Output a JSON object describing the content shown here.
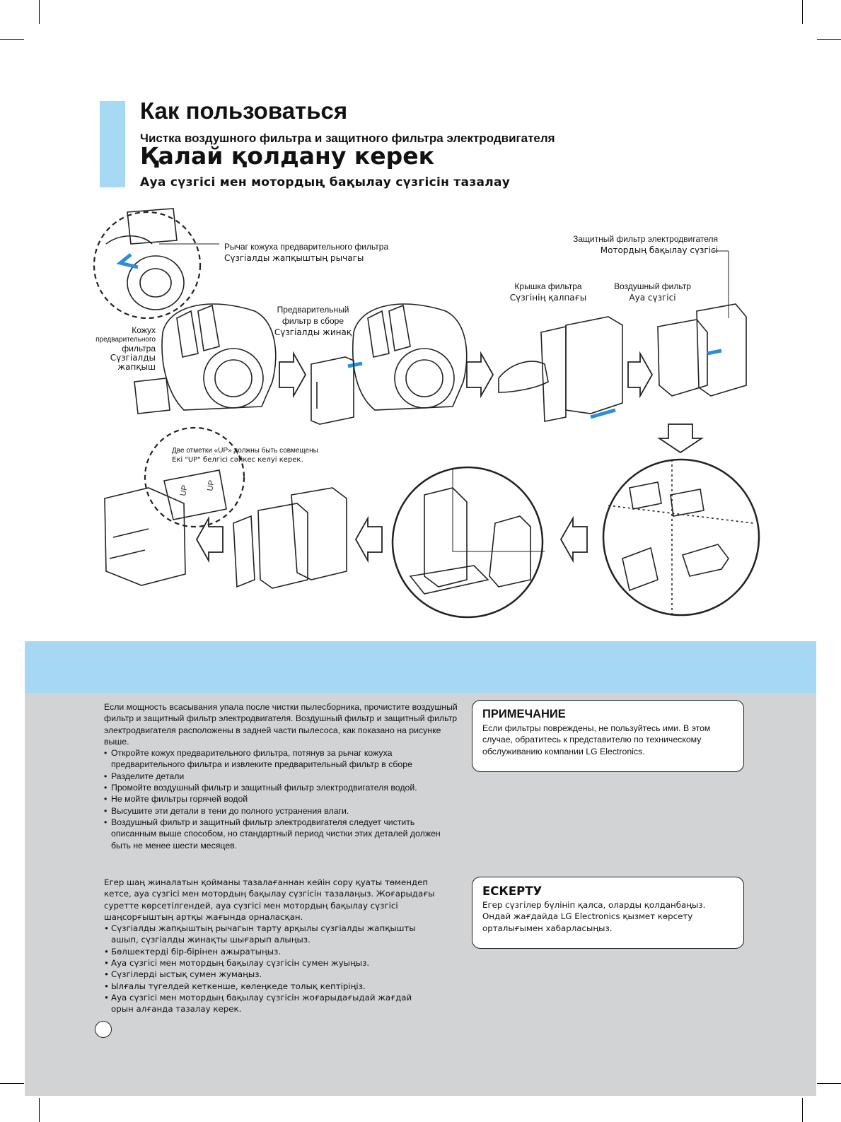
{
  "header": {
    "title_ru": "Как пользоваться",
    "subtitle_ru": "Чистка воздушного фильтра и защитного фильтра электродвигателя",
    "title_kz": "Қалай қолдану керек",
    "subtitle_kz": "Ауа сүзгісі мен мотордың бақылау сүзгісін тазалау"
  },
  "diagram_labels": {
    "lever_ru": "Рычаг кожуха предварительного фильтра",
    "lever_kz": "Сүзгіалды жапқыштың рычагы",
    "cover_ru_1": "Кожух",
    "cover_ru_2": "предварительного",
    "cover_ru_3": "фильтра",
    "cover_kz_1": "Сүзгіалды",
    "cover_kz_2": "жапқыш",
    "prefilter_ru_1": "Предварительный",
    "prefilter_ru_2": "фильтр в сборе",
    "prefilter_kz": "Сүзгіалды жинақ",
    "motor_filter_ru": "Защитный фильтр электродвигателя",
    "motor_filter_kz": "Мотордың бақылау сүзгісі",
    "filter_lid_ru": "Крышка фильтра",
    "filter_lid_kz": "Сүзгінің қалпағы",
    "air_filter_ru": "Воздушный фильтр",
    "air_filter_kz": "Ауа сүзгісі",
    "up_marks_ru": "Две отметки «UP» должны быть совмещены",
    "up_marks_kz": "Екі \"UP\" белгісі сәйкес келуі керек.",
    "up_mark": "UP"
  },
  "body_ru": {
    "intro": "Если мощность всасывания упала после чистки пылесборника, прочистите воздушный фильтр и защитный фильтр электродвигателя. Воздушный фильтр и защитный фильтр электродвигателя расположены в задней части пылесоса, как показано на рисунке выше.",
    "bullets": [
      "Откройте кожух предварительного фильтра, потянув за рычаг кожуха предварительного фильтра и извлеките предварительный фильтр в сборе",
      "Разделите детали",
      "Промойте воздушный фильтр и защитный фильтр электродвигателя водой.",
      "Не мойте фильтры горячей водой",
      "Высушите эти детали в тени до полного устранения влаги.",
      "Воздушный фильтр и защитный фильтр электродвигателя следует чистить описанным выше способом, но стандартный период чистки этих деталей должен быть не менее шести месяцев."
    ]
  },
  "note_ru": {
    "title": "ПРИМЕЧАНИЕ",
    "text": "Если фильтры повреждены, не пользуйтесь ими. В этом случае, обратитесь к представителю по техническому обслуживанию компании LG Electronics."
  },
  "body_kz": {
    "intro": "Егер шаң жиналатын қойманы тазалағаннан кейін сору қуаты төмендеп кетсе, ауа сүзгісі мен мотордың бақылау сүзгісін тазалаңыз. Жоғарыдағы суретте көрсетілгендей, ауа сүзгісі мен мотордың бақылау сүзгісі шаңсорғыштың артқы жағында орналасқан.",
    "bullets": [
      "Сүзгіалды жапқыштың рычагын тарту арқылы сүзгіалды жапқышты ашып, сүзгіалды жинақты шығарып алыңыз.",
      "Бөлшектерді бір-бірінен ажыратыңыз.",
      "Ауа сүзгісі мен мотордың бақылау сүзгісін сумен жуыңыз.",
      "Сүзгілерді ыстық сумен жумаңыз.",
      "Ылғалы түгелдей кеткенше, көлеңкеде толық кептіріңіз.",
      "Ауа сүзгісі мен мотордың бақылау сүзгісін жоғарыдағыдай жағдай орын алғанда тазалау керек."
    ]
  },
  "note_kz": {
    "title": "ЕСКЕРТУ",
    "text": "Егер сүзгілер бүлініп қалса, оларды қолданбаңыз. Ондай жағдайда LG Electronics қызмет көрсету орталығымен хабарласыңыз."
  },
  "colors": {
    "accent_blue": "#a6d9f4",
    "gray_panel": "#d2d3d5",
    "arrow_blue": "#2a8fd6"
  }
}
